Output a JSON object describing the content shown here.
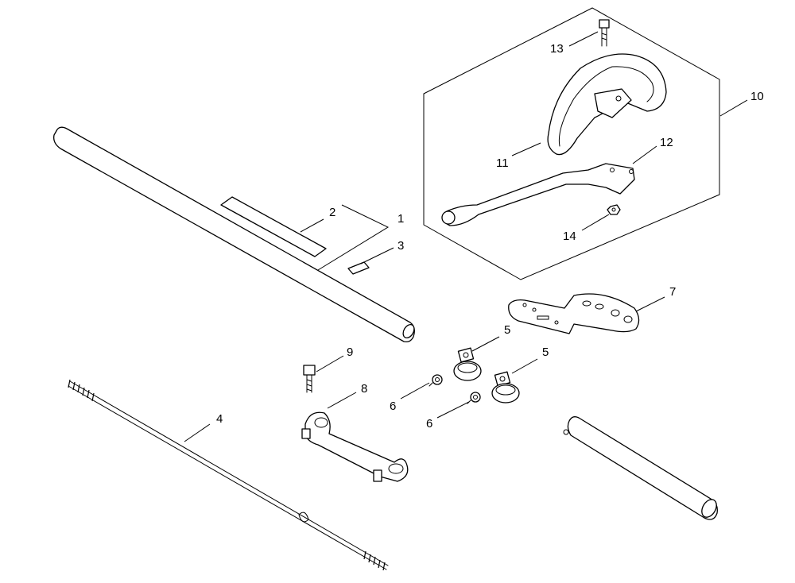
{
  "diagram": {
    "callouts": {
      "c1": "1",
      "c2": "2",
      "c3": "3",
      "c4": "4",
      "c5a": "5",
      "c5b": "5",
      "c6a": "6",
      "c6b": "6",
      "c7": "7",
      "c8": "8",
      "c9": "9",
      "c10": "10",
      "c11": "11",
      "c12": "12",
      "c13": "13",
      "c14": "14"
    }
  }
}
